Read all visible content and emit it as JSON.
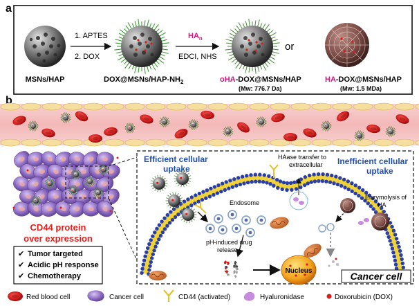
{
  "panel_a": {
    "label": "a",
    "step1": "1. APTES",
    "step2": "2. DOX",
    "ha_reagent": "HA",
    "ha_sub": "n",
    "coupling": "EDCI, NHS",
    "or_text": "or",
    "particle_labels": {
      "msn": "MSNs/HAP",
      "dox_prefix": "DOX@MSNs/HAP-NH",
      "dox_sub": "2",
      "oha_prefix": "oHA",
      "oha_suffix": "-DOX@MSNs/HAP",
      "ha_prefix": "HA",
      "ha_suffix": "-DOX@MSNs/HAP"
    },
    "mw_oha": "(Mw: 776.7 Da)",
    "mw_ha": "(Mw: 1.5  MDa)"
  },
  "panel_b": {
    "label": "b",
    "cd44_line1": "CD44 protein",
    "cd44_line2": "over expression",
    "checklist": [
      "Tumor targeted",
      "Acidic pH response",
      "Chemotherapy"
    ],
    "efficient_line1": "Efficient cellular",
    "efficient_line2": "uptake",
    "inefficient_line1": "Inefficient cellular",
    "inefficient_line2": "uptake",
    "haase_line1": "HAase transfer to",
    "haase_line2": "extracellular",
    "enzymolysis_line1": "Enzymolysis of",
    "enzymolysis_line2": "HA",
    "endosome": "Endosome",
    "ph_line1": "pH-induced drug",
    "ph_line2": "release",
    "nucleus": "Nucleus",
    "cancer_cell": "Cancer cell"
  },
  "legend": [
    "Red blood cell",
    "Cancer cell",
    "CD44 (activated)",
    "Hyaluronidase",
    "Doxorubicin (DOX)"
  ],
  "colors": {
    "accent_magenta": "#d8127f",
    "title_red": "#e0201c",
    "uptake_blue": "#1f4fb5",
    "rbc": "#d61e1e",
    "vessel": "#f4c0c0",
    "membrane_blue": "#2a3ea8",
    "membrane_yellow": "#f0d23a",
    "cancer_cell": "#7d5bb0"
  }
}
